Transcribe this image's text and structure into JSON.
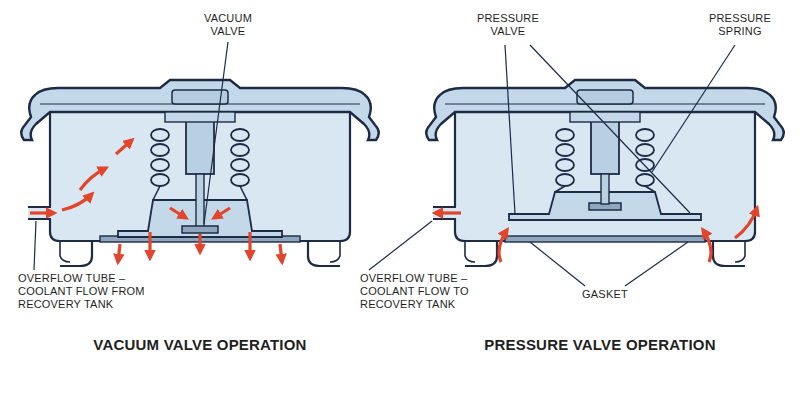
{
  "diagram": {
    "labels": [
      "VACUUM VALVE",
      "OVERFLOW TUBE – COOLANT FLOW FROM RECOVERY TANK",
      "VACUUM VALVE OPERATION",
      "PRESSURE VALVE",
      "PRESSURE SPRING",
      "OVERFLOW TUBE – COOLANT FLOW TO RECOVERY TANK",
      "GASKET",
      "PRESSURE VALVE OPERATION"
    ]
  }
}
